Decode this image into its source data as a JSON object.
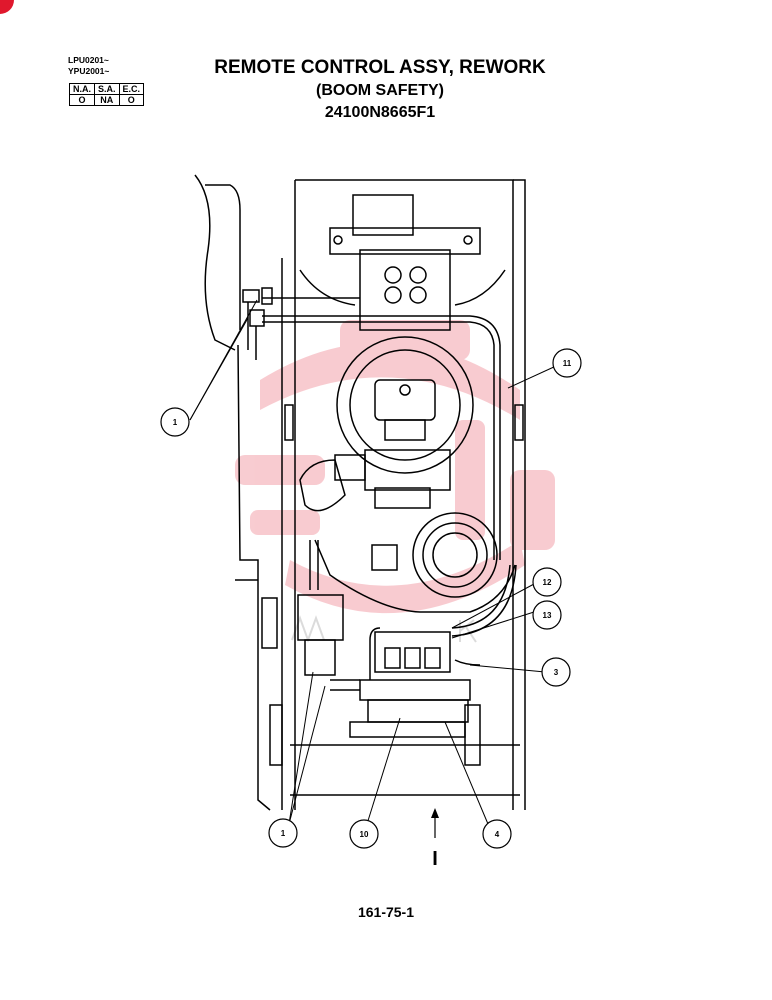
{
  "header": {
    "serial_1": "LPU0201~",
    "serial_2": "YPU2001~",
    "codes": {
      "headers": [
        "N.A.",
        "S.A.",
        "E.C."
      ],
      "values": [
        "O",
        "NA",
        "O"
      ]
    }
  },
  "title": {
    "line1": "REMOTE CONTROL ASSY, REWORK",
    "line2": "(BOOM SAFETY)",
    "part_number": "24100N8665F1"
  },
  "callouts": [
    "1",
    "11",
    "12",
    "13",
    "3",
    "1",
    "10",
    "4"
  ],
  "view_arrow_label": "I",
  "footer": {
    "page": "161-75-1"
  },
  "colors": {
    "line": "#000000",
    "watermark": "#e0182d"
  }
}
